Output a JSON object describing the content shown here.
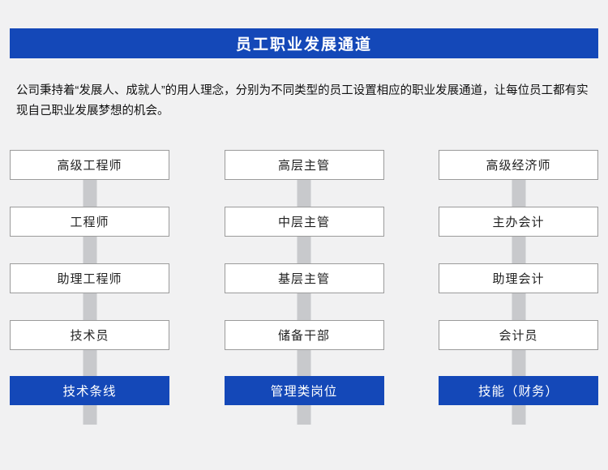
{
  "header": {
    "title": "员工职业发展通道"
  },
  "intro": {
    "text": "公司秉持着“发展人、成就人”的用人理念，分别为不同类型的员工设置相应的职业发展通道，让每位员工都有实现自己职业发展梦想的机会。"
  },
  "columns": [
    {
      "levels": [
        "高级工程师",
        "工程师",
        "助理工程师",
        "技术员"
      ],
      "footer": "技术条线"
    },
    {
      "levels": [
        "高层主管",
        "中层主管",
        "基层主管",
        "储备干部"
      ],
      "footer": "管理类岗位"
    },
    {
      "levels": [
        "高级经济师",
        "主办会计",
        "助理会计",
        "会计员"
      ],
      "footer": "技能（财务）"
    }
  ],
  "colors": {
    "accent_blue": "#1448b8",
    "arrow_gray": "#c8c9cc",
    "background": "#f1f1f2"
  }
}
